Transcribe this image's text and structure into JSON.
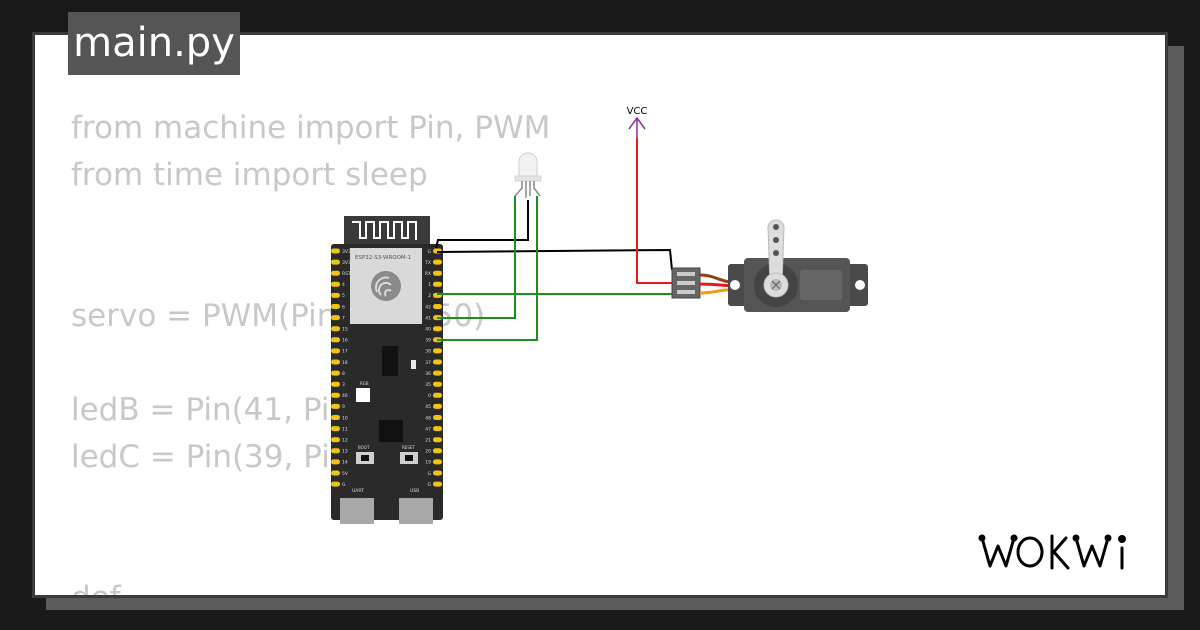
{
  "file_tab": {
    "label": "main.py"
  },
  "code_lines": [
    "from machine import Pin, PWM",
    "from time import sleep",
    "",
    "",
    "servo = PWM(Pin(      =50)",
    "",
    "ledB = Pin(41, Pin",
    "ledC = Pin(39, Pin",
    "",
    "",
    "def"
  ],
  "board": {
    "module_label": "ESP32-S3-WROOM-1",
    "rgb_label": "RGB",
    "boot_label": "BOOT",
    "reset_label": "RESET",
    "uart_label": "UART",
    "usb_label": "USB",
    "left_pins": [
      "3V3",
      "3V3",
      "RST",
      "4",
      "5",
      "6",
      "7",
      "15",
      "16",
      "17",
      "18",
      "8",
      "3",
      "46",
      "9",
      "10",
      "11",
      "12",
      "13",
      "14",
      "5V",
      "G"
    ],
    "right_pins": [
      "G",
      "TX",
      "RX",
      "1",
      "2",
      "42",
      "41",
      "40",
      "39",
      "38",
      "37",
      "36",
      "35",
      "0",
      "45",
      "48",
      "47",
      "21",
      "20",
      "19",
      "G",
      "G"
    ]
  },
  "vcc_label": "VCC",
  "brand": {
    "name": "WOKWI"
  },
  "colors": {
    "background": "#1a1a1a",
    "canvas": "#ffffff",
    "code_text": "#c8c8c8",
    "board": "#2a2a2a",
    "pin_gold": "#f1c40f",
    "wire_black": "#000000",
    "wire_red": "#e31b1b",
    "wire_green": "#1e8f1e",
    "vcc_purple": "#8e2aa8",
    "servo_body": "#4a4a4a"
  }
}
